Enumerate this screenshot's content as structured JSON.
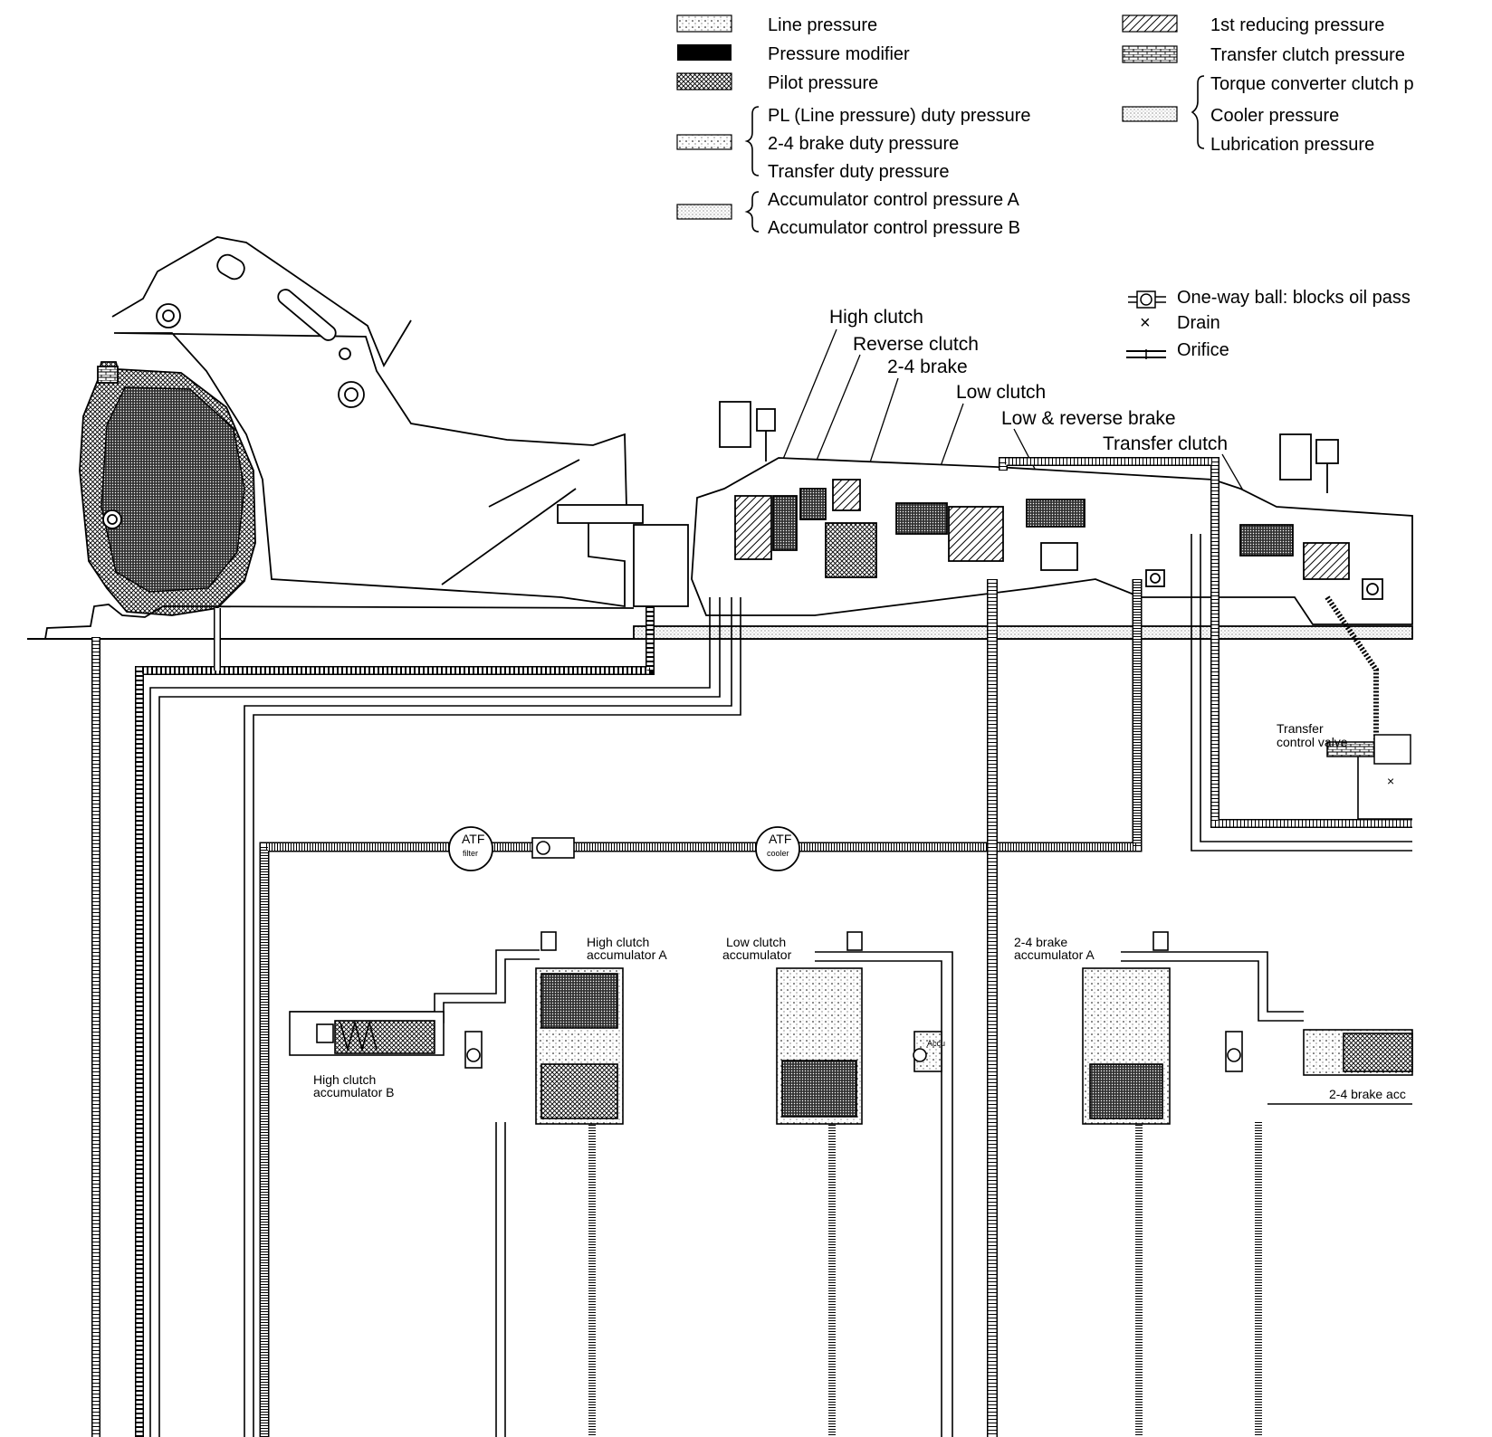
{
  "legend": {
    "line_pressure": "Line pressure",
    "pressure_modifier": "Pressure modifier",
    "pilot_pressure": "Pilot pressure",
    "pl_duty": "PL (Line pressure) duty pressure",
    "brake24_duty": "2-4 brake duty pressure",
    "transfer_duty": "Transfer duty pressure",
    "acc_a": "Accumulator control pressure A",
    "acc_b": "Accumulator control pressure B",
    "first_reducing": "1st reducing pressure",
    "transfer_clutch_pressure": "Transfer clutch pressure",
    "tc_clutch": "Torque converter clutch p",
    "cooler": "Cooler pressure",
    "lubrication": "Lubrication pressure"
  },
  "symbols": {
    "one_way_ball": "One-way ball: blocks oil pass",
    "drain": "Drain",
    "orifice": "Orifice",
    "drain_mark": "×"
  },
  "components": {
    "high_clutch": "High clutch",
    "reverse_clutch": "Reverse clutch",
    "brake24": "2-4 brake",
    "low_clutch": "Low clutch",
    "low_reverse_brake": "Low & reverse brake",
    "transfer_clutch": "Transfer clutch"
  },
  "parts": {
    "transfer_valve_1": "Transfer",
    "transfer_valve_2": "control valve",
    "atf_filter_1": "ATF",
    "atf_filter_2": "filter",
    "atf_cooler_1": "ATF",
    "atf_cooler_2": "cooler",
    "hc_acc_a_1": "High clutch",
    "hc_acc_a_2": "accumulator A",
    "lc_acc_1": "Low clutch",
    "lc_acc_2": "accumulator",
    "b24_acc_a_1": "2-4 brake",
    "b24_acc_a_2": "accumulator A",
    "hc_acc_b_1": "High clutch",
    "hc_acc_b_2": "accumulator B",
    "b24_acc_b": "2-4 brake acc",
    "accum_tag": "Accu"
  },
  "colors": {
    "ink": "#000000",
    "paper": "#ffffff",
    "fill_gray": "#c8c8c8"
  }
}
